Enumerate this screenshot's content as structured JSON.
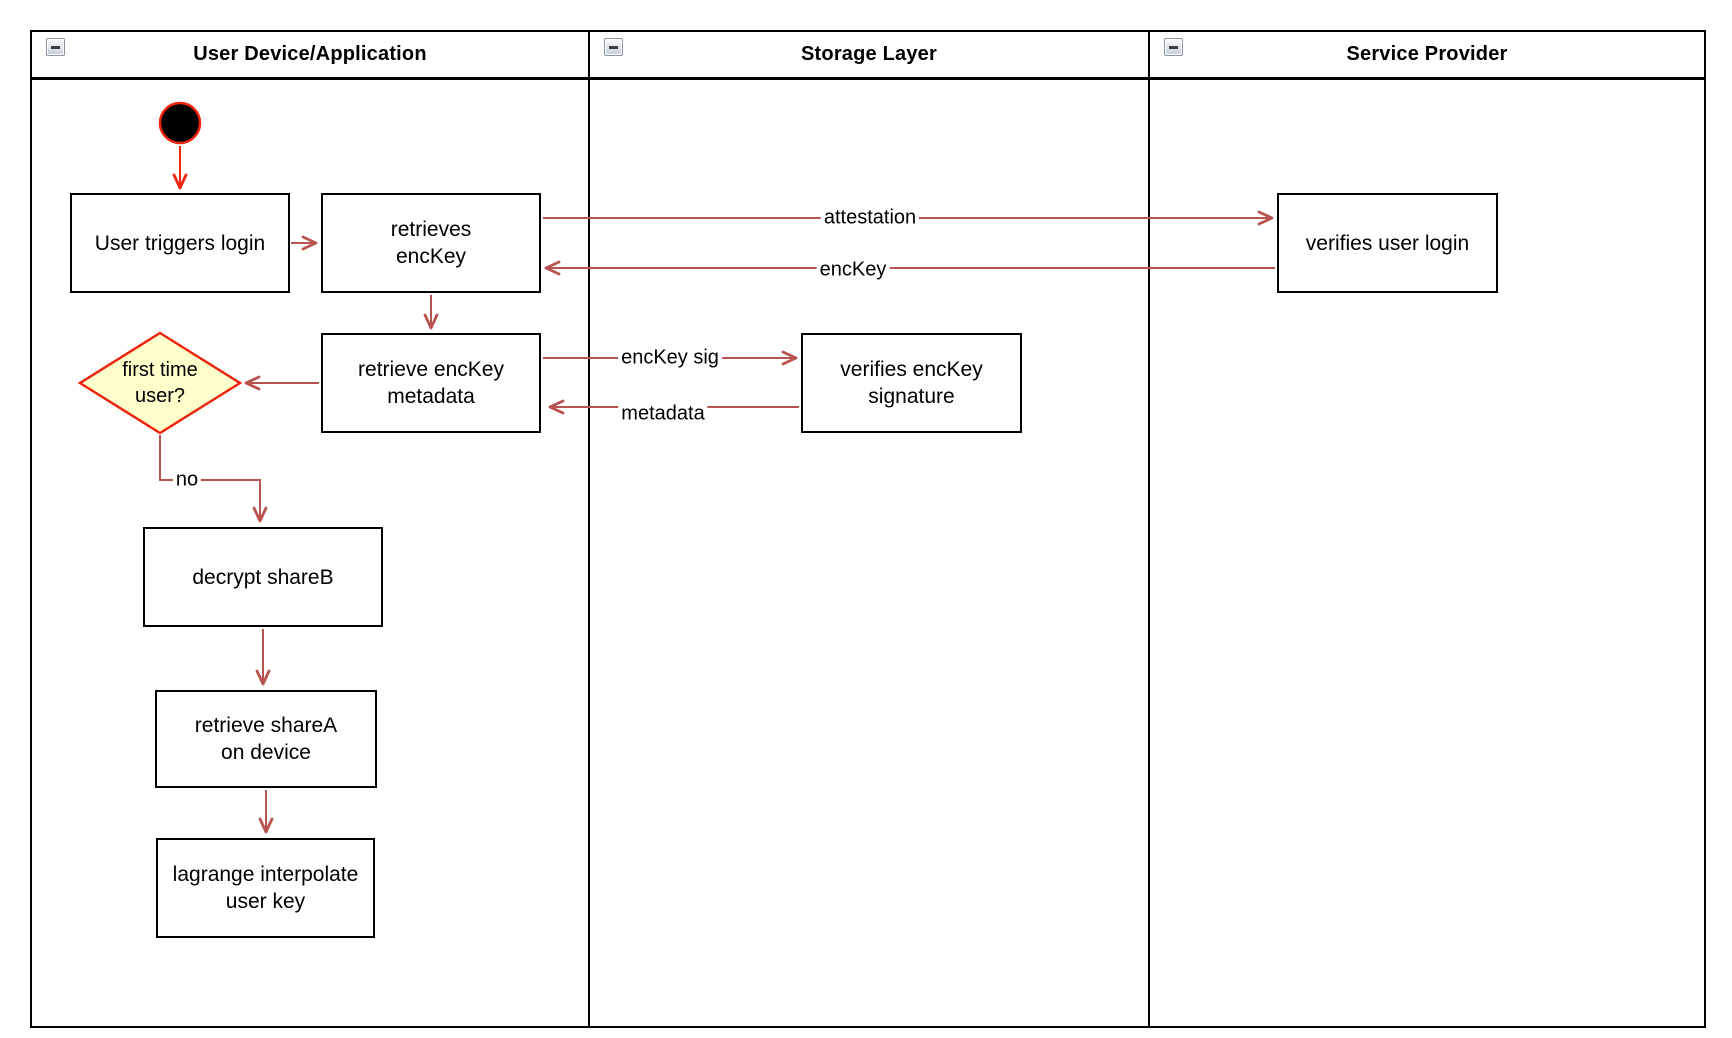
{
  "colors": {
    "edge": "#b85450",
    "hot": "#f0250f",
    "decision-fill": "#ffffcc",
    "node-fill": "#ffffff",
    "node-stroke": "#000000",
    "start-fill": "#000000"
  },
  "lanes": [
    {
      "title": "User Device/Application"
    },
    {
      "title": "Storage Layer"
    },
    {
      "title": "Service Provider"
    }
  ],
  "nodes": {
    "user_triggers_login": {
      "label": "User triggers login"
    },
    "retrieves_enckey": {
      "label": "retrieves\nencKey"
    },
    "retrieve_enckey_metadata": {
      "label": "retrieve encKey\nmetadata"
    },
    "first_time_user": {
      "label": "first time\nuser?"
    },
    "decrypt_shareb": {
      "label": "decrypt shareB"
    },
    "retrieve_sharea": {
      "label": "retrieve shareA\non device"
    },
    "lagrange_interpolate": {
      "label": "lagrange interpolate\nuser key"
    },
    "verifies_enckey_signature": {
      "label": "verifies encKey\nsignature"
    },
    "verifies_user_login": {
      "label": "verifies user login"
    }
  },
  "edge_labels": {
    "attestation": "attestation",
    "enckey": "encKey",
    "enckey_sig": "encKey sig",
    "metadata": "metadata",
    "no": "no"
  }
}
